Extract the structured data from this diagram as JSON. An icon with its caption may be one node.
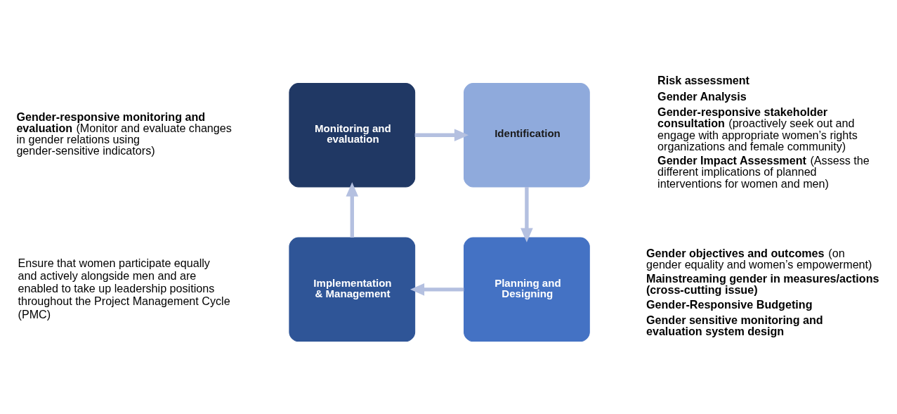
{
  "diagram": {
    "nodes": [
      {
        "text": [
          "Monitoring and evaluation"
        ]
      },
      {
        "text": [
          "Identification"
        ]
      },
      {
        "text": [
          "Planning and Designing"
        ]
      },
      {
        "text": [
          "Implementation & Management"
        ]
      }
    ],
    "edges": [
      {
        "from": 0,
        "to": 1,
        "arrow": "to"
      },
      {
        "from": 1,
        "to": 2,
        "arrow": "to"
      },
      {
        "from": 2,
        "to": 3,
        "arrow": "to"
      },
      {
        "from": 3,
        "to": 0,
        "arrow": "to"
      }
    ],
    "labels": [
      "**Gender-responsive monitoring and evaluation** (Monitor and evaluate changes in gender relations using gender-sensitive indicators)",
      "Risk assessment",
      "Gender Analysis",
      "**Gender-responsive stakeholder consultation** (proactively seek out and engage with appropriate women’s rights organizations and female community)",
      "**Gender Impact Assessment** (Assess the different implications of planned interventions for women and men)",
      "Ensure that women participate equally and actively alongside men and are enabled to take up leadership positions throughout the Project Management Cycle (PMC)",
      "**Gender objectives and outcomes** (on gender equality and women’s empowerment)",
      "Mainstreaming gender in measures/actions (cross-cutting issue)",
      "Gender-Responsive Budgeting",
      "Gender sensitive monitoring and evaluation system design"
    ]
  }
}
